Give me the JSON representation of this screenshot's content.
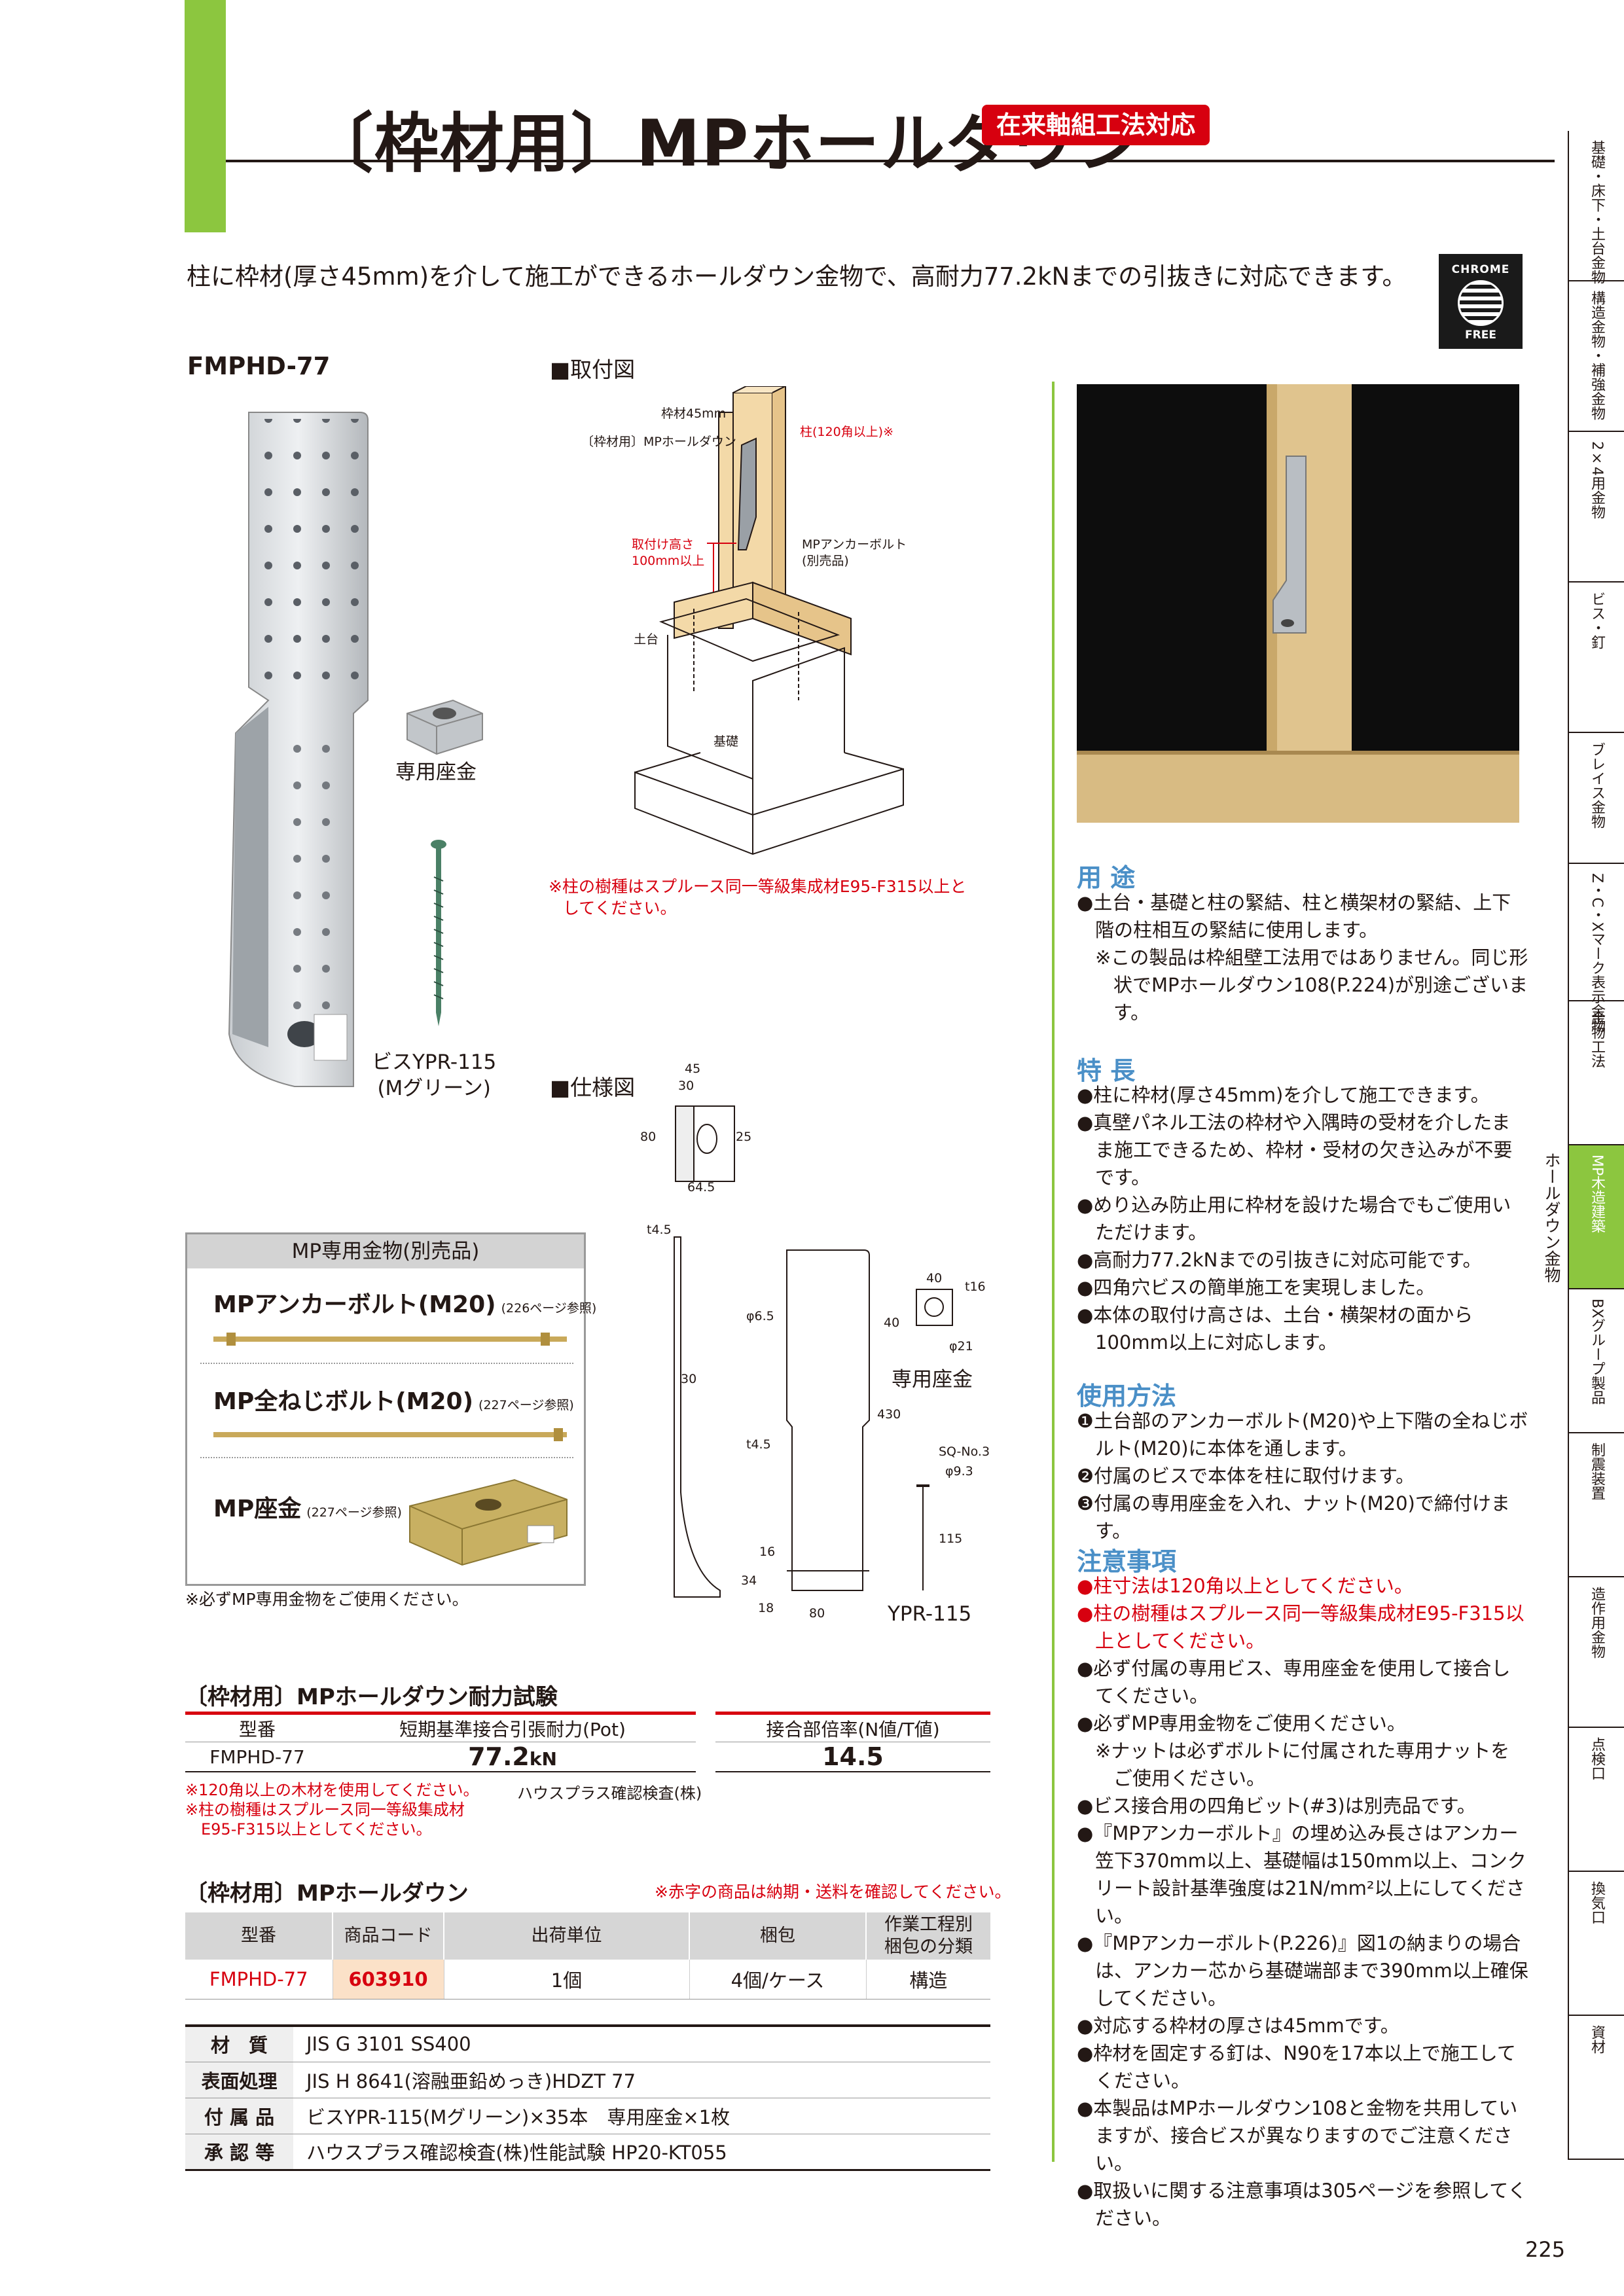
{
  "header": {
    "title": "〔枠材用〕MPホールダウン",
    "badge": "在来軸組工法対応",
    "lead": "柱に枠材(厚さ45mm)を介して施工ができるホールダウン金物で、高耐力77.2kNまでの引抜きに対応できます。",
    "chrome_top": "CHROME",
    "chrome_bottom": "FREE"
  },
  "side_index": [
    "基礎・床下・土台金物",
    "構造金物・補強金物",
    "2×4用金物",
    "ビス・釘",
    "ブレイス金物",
    "Z・C・Xマーク表示金物",
    "金物工法",
    "MP木造建築",
    "BXグループ製品",
    "制震装置",
    "造作用金物",
    "点検口",
    "換気口",
    "資材"
  ],
  "side_extra": "ホールダウン金物",
  "page_number": "225",
  "product": {
    "model": "FMPHD-77",
    "washer_caption": "専用座金",
    "screw_caption_1": "ビスYPR-115",
    "screw_caption_2": "(Mグリーン)"
  },
  "install": {
    "heading": "■取付図",
    "label_frame": "枠材45mm",
    "label_product": "〔枠材用〕MPホールダウン",
    "label_post": "柱(120角以上)※",
    "label_height_1": "取付け高さ",
    "label_height_2": "100mm以上",
    "label_bolt_1": "MPアンカーボルト",
    "label_bolt_2": "(別売品)",
    "label_sill": "土台",
    "label_base": "基礎",
    "note_1": "※柱の樹種はスプルース同一等級集成材E95-F315以上と",
    "note_2": "してください。"
  },
  "spec": {
    "heading": "■仕様図",
    "d45": "45",
    "d30": "30",
    "d80": "80",
    "d25": "25",
    "d64": "64.5",
    "t45a": "t4.5",
    "phi65": "φ6.5",
    "d30b": "30",
    "t45b": "t4.5",
    "d430": "430",
    "d16": "16",
    "d34": "34",
    "d18": "18",
    "d80b": "80",
    "w40": "40",
    "w40b": "40",
    "t16": "t16",
    "phi21": "φ21",
    "washer": "専用座金",
    "sq": "SQ-No.3",
    "phi93": "φ9.3",
    "d115": "115",
    "ypr": "YPR-115"
  },
  "accessories": {
    "head": "MP専用金物(別売品)",
    "item1": "MPアンカーボルト(M20)",
    "item1_ref": "(226ページ参照)",
    "item2": "MP全ねじボルト(M20)",
    "item2_ref": "(227ページ参照)",
    "item3": "MP座金",
    "item3_ref": "(227ページ参照)",
    "note": "※必ずMP専用金物をご使用ください。"
  },
  "strength_test": {
    "title": "〔枠材用〕MPホールダウン耐力試験",
    "headers": [
      "型番",
      "短期基準接合引張耐力(Pot)",
      "接合部倍率(N値/T値)"
    ],
    "row": [
      "FMPHD-77",
      "77.2",
      "kN",
      "14.5"
    ],
    "notes": [
      "※120角以上の木材を使用してください。",
      "※柱の樹種はスプルース同一等級集成材",
      "E95-F315以上としてください。"
    ],
    "inspection": "ハウスプラス確認検査(株)"
  },
  "product_table": {
    "title": "〔枠材用〕MPホールダウン",
    "note": "※赤字の商品は納期・送料を確認してください。",
    "headers": [
      "型番",
      "商品コード",
      "出荷単位",
      "梱包",
      "作業工程別\n梱包の分類"
    ],
    "row": [
      "FMPHD-77",
      "603910",
      "1個",
      "4個/ケース",
      "構造"
    ]
  },
  "materials": [
    {
      "label": "材　質",
      "value": "JIS G 3101 SS400"
    },
    {
      "label": "表面処理",
      "value": "JIS H 8641(溶融亜鉛めっき)HDZT 77"
    },
    {
      "label": "付 属 品",
      "value": "ビスYPR-115(Mグリーン)×35本　専用座金×1枚"
    },
    {
      "label": "承 認 等",
      "value": "ハウスプラス確認検査(株)性能試験 HP20-KT055"
    }
  ],
  "usage": {
    "heading": "用 途",
    "items": [
      "●土台・基礎と柱の緊結、柱と横架材の緊結、上下階の柱相互の緊結に使用します。",
      "※この製品は枠組壁工法用ではありません。同じ形状でMPホールダウン108(P.224)が別途ございます。"
    ]
  },
  "features": {
    "heading": "特 長",
    "items": [
      "●柱に枠材(厚さ45mm)を介して施工できます。",
      "●真壁パネル工法の枠材や入隅時の受材を介したまま施工できるため、枠材・受材の欠き込みが不要です。",
      "●めり込み防止用に枠材を設けた場合でもご使用いただけます。",
      "●高耐力77.2kNまでの引抜きに対応可能です。",
      "●四角穴ビスの簡単施工を実現しました。",
      "●本体の取付け高さは、土台・横架材の面から100mm以上に対応します。"
    ]
  },
  "method": {
    "heading": "使用方法",
    "items": [
      "❶土台部のアンカーボルト(M20)や上下階の全ねじボルト(M20)に本体を通します。",
      "❷付属のビスで本体を柱に取付けます。",
      "❸付属の専用座金を入れ、ナット(M20)で締付けます。"
    ]
  },
  "cautions": {
    "heading": "注意事項",
    "items": [
      "●柱寸法は120角以上としてください。",
      "●柱の樹種はスプルース同一等級集成材E95-F315以上としてください。",
      "●必ず付属の専用ビス、専用座金を使用して接合してください。",
      "●必ずMP専用金物をご使用ください。",
      "※ナットは必ずボルトに付属された専用ナットをご使用ください。",
      "●ビス接合用の四角ビット(#3)は別売品です。",
      "●『MPアンカーボルト』の埋め込み長さはアンカー笠下370mm以上、基礎幅は150mm以上、コンクリート設計基準強度は21N/mm²以上にしてください。",
      "●『MPアンカーボルト(P.226)』図1の納まりの場合は、アンカー芯から基礎端部まで390mm以上確保してください。",
      "●対応する枠材の厚さは45mmです。",
      "●枠材を固定する釘は、N90を17本以上で施工してください。",
      "●本製品はMPホールダウン108と金物を共用していますが、接合ビスが異なりますのでご注意ください。",
      "●取扱いに関する注意事項は305ページを参照してください。"
    ]
  },
  "colors": {
    "accent_green": "#8cc63f",
    "accent_red": "#d7000f",
    "heading_blue": "#4a8fc7"
  }
}
